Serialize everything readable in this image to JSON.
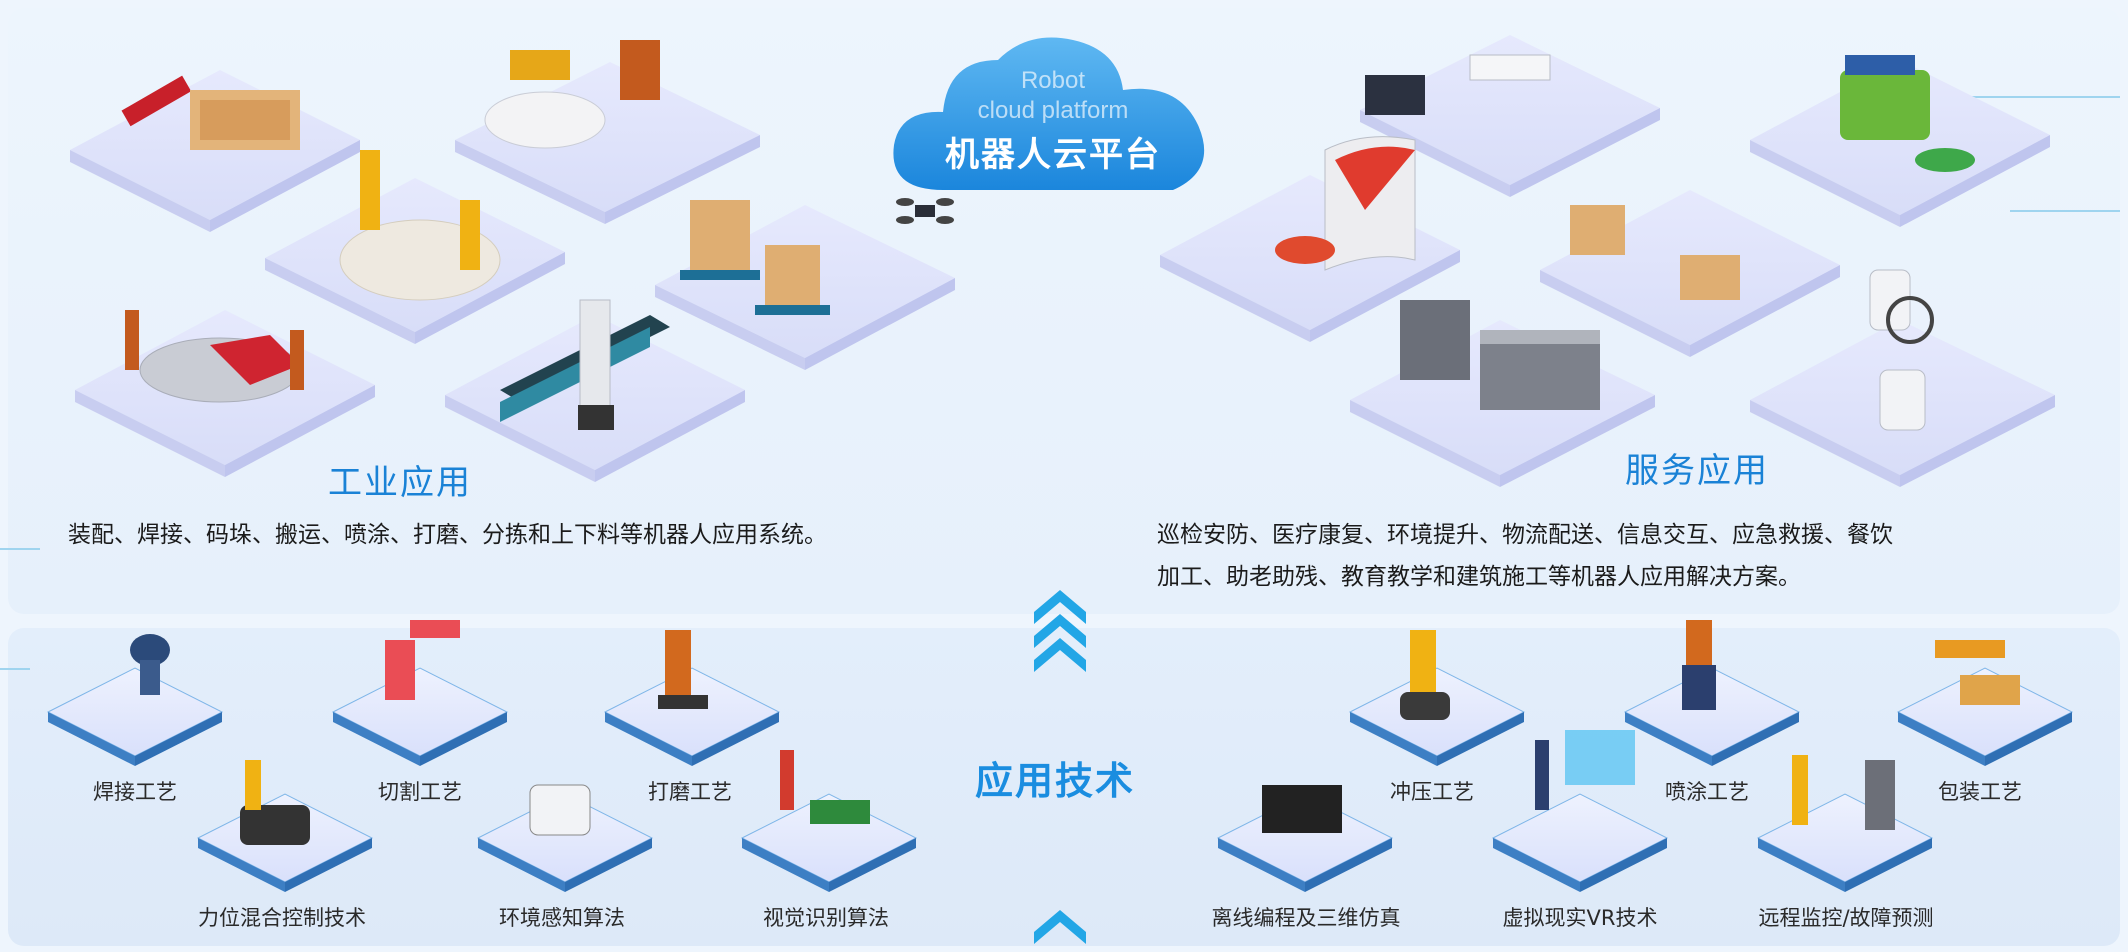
{
  "cloud": {
    "title": "机器人云平台",
    "subtitle_line1": "Robot",
    "subtitle_line2": "cloud platform"
  },
  "industrial": {
    "title": "工业应用",
    "description": "装配、焊接、码垛、搬运、喷涂、打磨、分拣和上下料等机器人应用系统。"
  },
  "service": {
    "title": "服务应用",
    "description_line1": "巡检安防、医疗康复、环境提升、物流配送、信息交互、应急救援、餐饮",
    "description_line2": "加工、助老助残、教育教学和建筑施工等机器人应用解决方案。"
  },
  "technology": {
    "title": "应用技术",
    "items": [
      "焊接工艺",
      "切割工艺",
      "打磨工艺",
      "力位混合控制技术",
      "环境感知算法",
      "视觉识别算法",
      "冲压工艺",
      "喷涂工艺",
      "包装工艺",
      "离线编程及三维仿真",
      "虚拟现实VR技术",
      "远程监控/故障预测"
    ]
  },
  "colors": {
    "accent": "#1a82d6",
    "tile": "#dfe3fb",
    "cloud": "#2b9be8"
  }
}
